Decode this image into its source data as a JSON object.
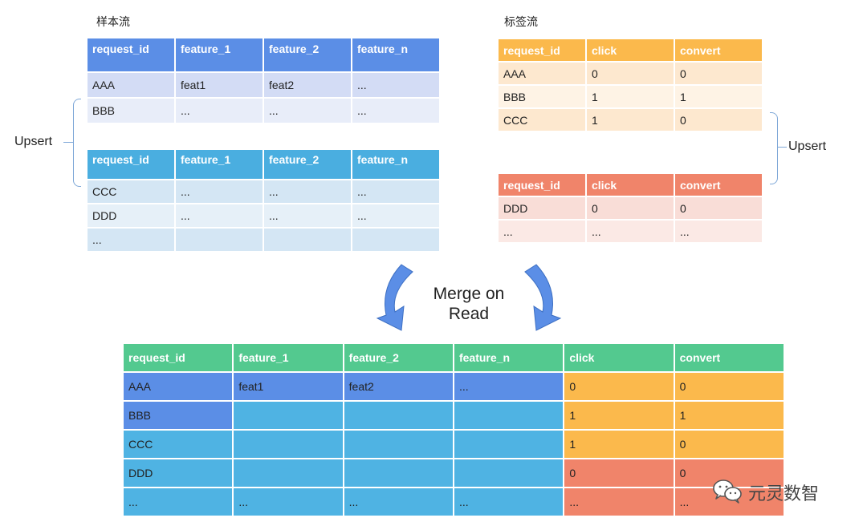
{
  "sample_stream": {
    "title": "样本流",
    "table_a": {
      "columns": [
        "request_id",
        "feature_1",
        "feature_2",
        "feature_n"
      ],
      "rows": [
        [
          "AAA",
          "feat1",
          "feat2",
          "..."
        ],
        [
          "BBB",
          "...",
          "...",
          "..."
        ]
      ]
    },
    "table_b": {
      "columns": [
        "request_id",
        "feature_1",
        "feature_2",
        "feature_n"
      ],
      "rows": [
        [
          "CCC",
          "...",
          "...",
          "..."
        ],
        [
          "DDD",
          "...",
          "...",
          "..."
        ],
        [
          "...",
          "",
          "",
          ""
        ]
      ]
    },
    "upsert_label": "Upsert"
  },
  "label_stream": {
    "title": "标签流",
    "table_a": {
      "columns": [
        "request_id",
        "click",
        "convert"
      ],
      "rows": [
        [
          "AAA",
          "0",
          "0"
        ],
        [
          "BBB",
          "1",
          "1"
        ],
        [
          "CCC",
          "1",
          "0"
        ]
      ]
    },
    "table_b": {
      "columns": [
        "request_id",
        "click",
        "convert"
      ],
      "rows": [
        [
          "DDD",
          "0",
          "0"
        ],
        [
          "...",
          "...",
          "..."
        ]
      ]
    },
    "upsert_label": "Upsert"
  },
  "merge": {
    "label_line1": "Merge on",
    "label_line2": "Read"
  },
  "merged_table": {
    "columns": [
      "request_id",
      "feature_1",
      "feature_2",
      "feature_n",
      "click",
      "convert"
    ],
    "rows": [
      [
        "AAA",
        "feat1",
        "feat2",
        "...",
        "0",
        "0"
      ],
      [
        "BBB",
        "",
        "",
        "",
        "1",
        "1"
      ],
      [
        "CCC",
        "",
        "",
        "",
        "1",
        "0"
      ],
      [
        "DDD",
        "",
        "",
        "",
        "0",
        "0"
      ],
      [
        "...",
        "...",
        "...",
        "...",
        "...",
        "..."
      ]
    ]
  },
  "watermark": {
    "text": "元灵数智",
    "icon": "wechat-icon"
  },
  "colors": {
    "header_blue": "#5b8ee6",
    "header_cyan": "#4aaee0",
    "header_orange": "#fbb94c",
    "header_red": "#f0846a",
    "header_green": "#53c98f",
    "arrow": "#5b8ee6"
  }
}
